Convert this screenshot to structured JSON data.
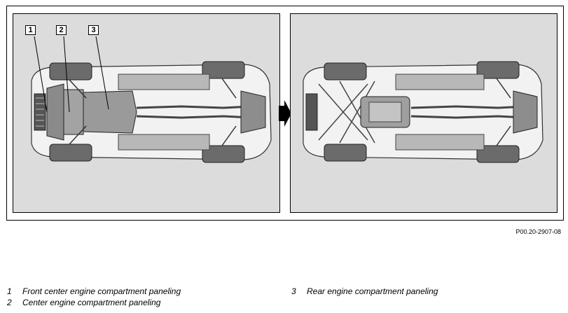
{
  "figure": {
    "id": "P00.20-2907-08",
    "callouts": [
      "1",
      "2",
      "3"
    ],
    "icons": {
      "arrow": "arrow-right-icon",
      "before": "vehicle-underbody-icon",
      "after": "vehicle-underbody-exposed-icon"
    }
  },
  "legend": [
    {
      "num": "1",
      "text": "Front center engine compartment paneling"
    },
    {
      "num": "2",
      "text": "Center engine compartment paneling"
    },
    {
      "num": "3",
      "text": "Rear engine compartment paneling"
    }
  ]
}
